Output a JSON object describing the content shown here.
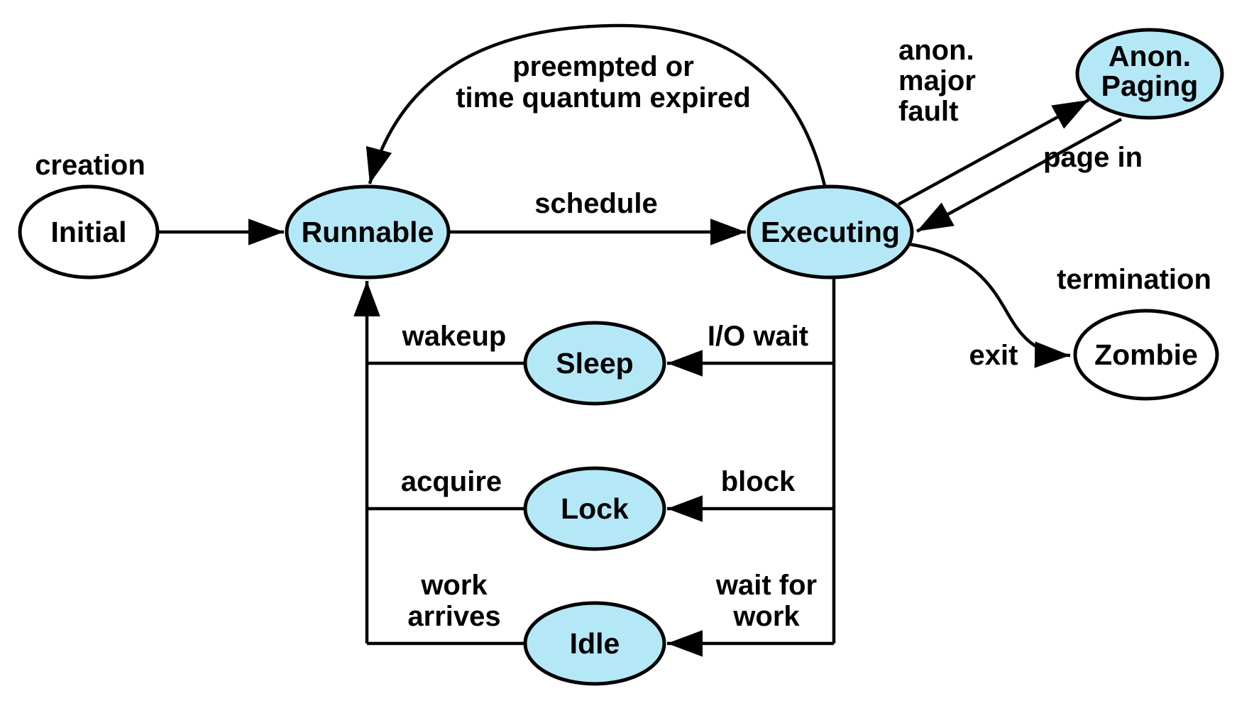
{
  "colors": {
    "state_fill": "#B5E8F7",
    "terminal_fill": "#FFFFFF",
    "stroke": "#000000",
    "text": "#000000",
    "background": "#FFFFFF"
  },
  "nodes": {
    "initial": {
      "label": "Initial",
      "fill": "#FFFFFF"
    },
    "runnable": {
      "label": "Runnable",
      "fill": "#B5E8F7"
    },
    "executing": {
      "label": "Executing",
      "fill": "#B5E8F7"
    },
    "anon_paging": {
      "label": [
        "Anon.",
        "Paging"
      ],
      "fill": "#B5E8F7"
    },
    "zombie": {
      "label": "Zombie",
      "fill": "#FFFFFF"
    },
    "sleep": {
      "label": "Sleep",
      "fill": "#B5E8F7"
    },
    "lock": {
      "label": "Lock",
      "fill": "#B5E8F7"
    },
    "idle": {
      "label": "Idle",
      "fill": "#B5E8F7"
    }
  },
  "annotations": {
    "creation": "creation",
    "termination": "termination"
  },
  "edges": {
    "create": {
      "from": "initial",
      "to": "runnable"
    },
    "schedule": {
      "from": "runnable",
      "to": "executing",
      "label": "schedule"
    },
    "preempt": {
      "from": "executing",
      "to": "runnable",
      "label": [
        "preempted or",
        "time quantum expired"
      ]
    },
    "anon_major_fault": {
      "from": "executing",
      "to": "anon_paging",
      "label": [
        "anon.",
        "major",
        "fault"
      ]
    },
    "page_in": {
      "from": "anon_paging",
      "to": "executing",
      "label": "page in"
    },
    "exit": {
      "from": "executing",
      "to": "zombie",
      "label": "exit"
    },
    "io_wait": {
      "from": "executing",
      "to": "sleep",
      "label": "I/O wait"
    },
    "wakeup": {
      "from": "sleep",
      "to": "runnable",
      "label": "wakeup"
    },
    "block": {
      "from": "executing",
      "to": "lock",
      "label": "block"
    },
    "acquire": {
      "from": "lock",
      "to": "runnable",
      "label": "acquire"
    },
    "wait_for_work": {
      "from": "executing",
      "to": "idle",
      "label": [
        "wait for",
        "work"
      ]
    },
    "work_arrives": {
      "from": "idle",
      "to": "runnable",
      "label": [
        "work",
        "arrives"
      ]
    }
  }
}
